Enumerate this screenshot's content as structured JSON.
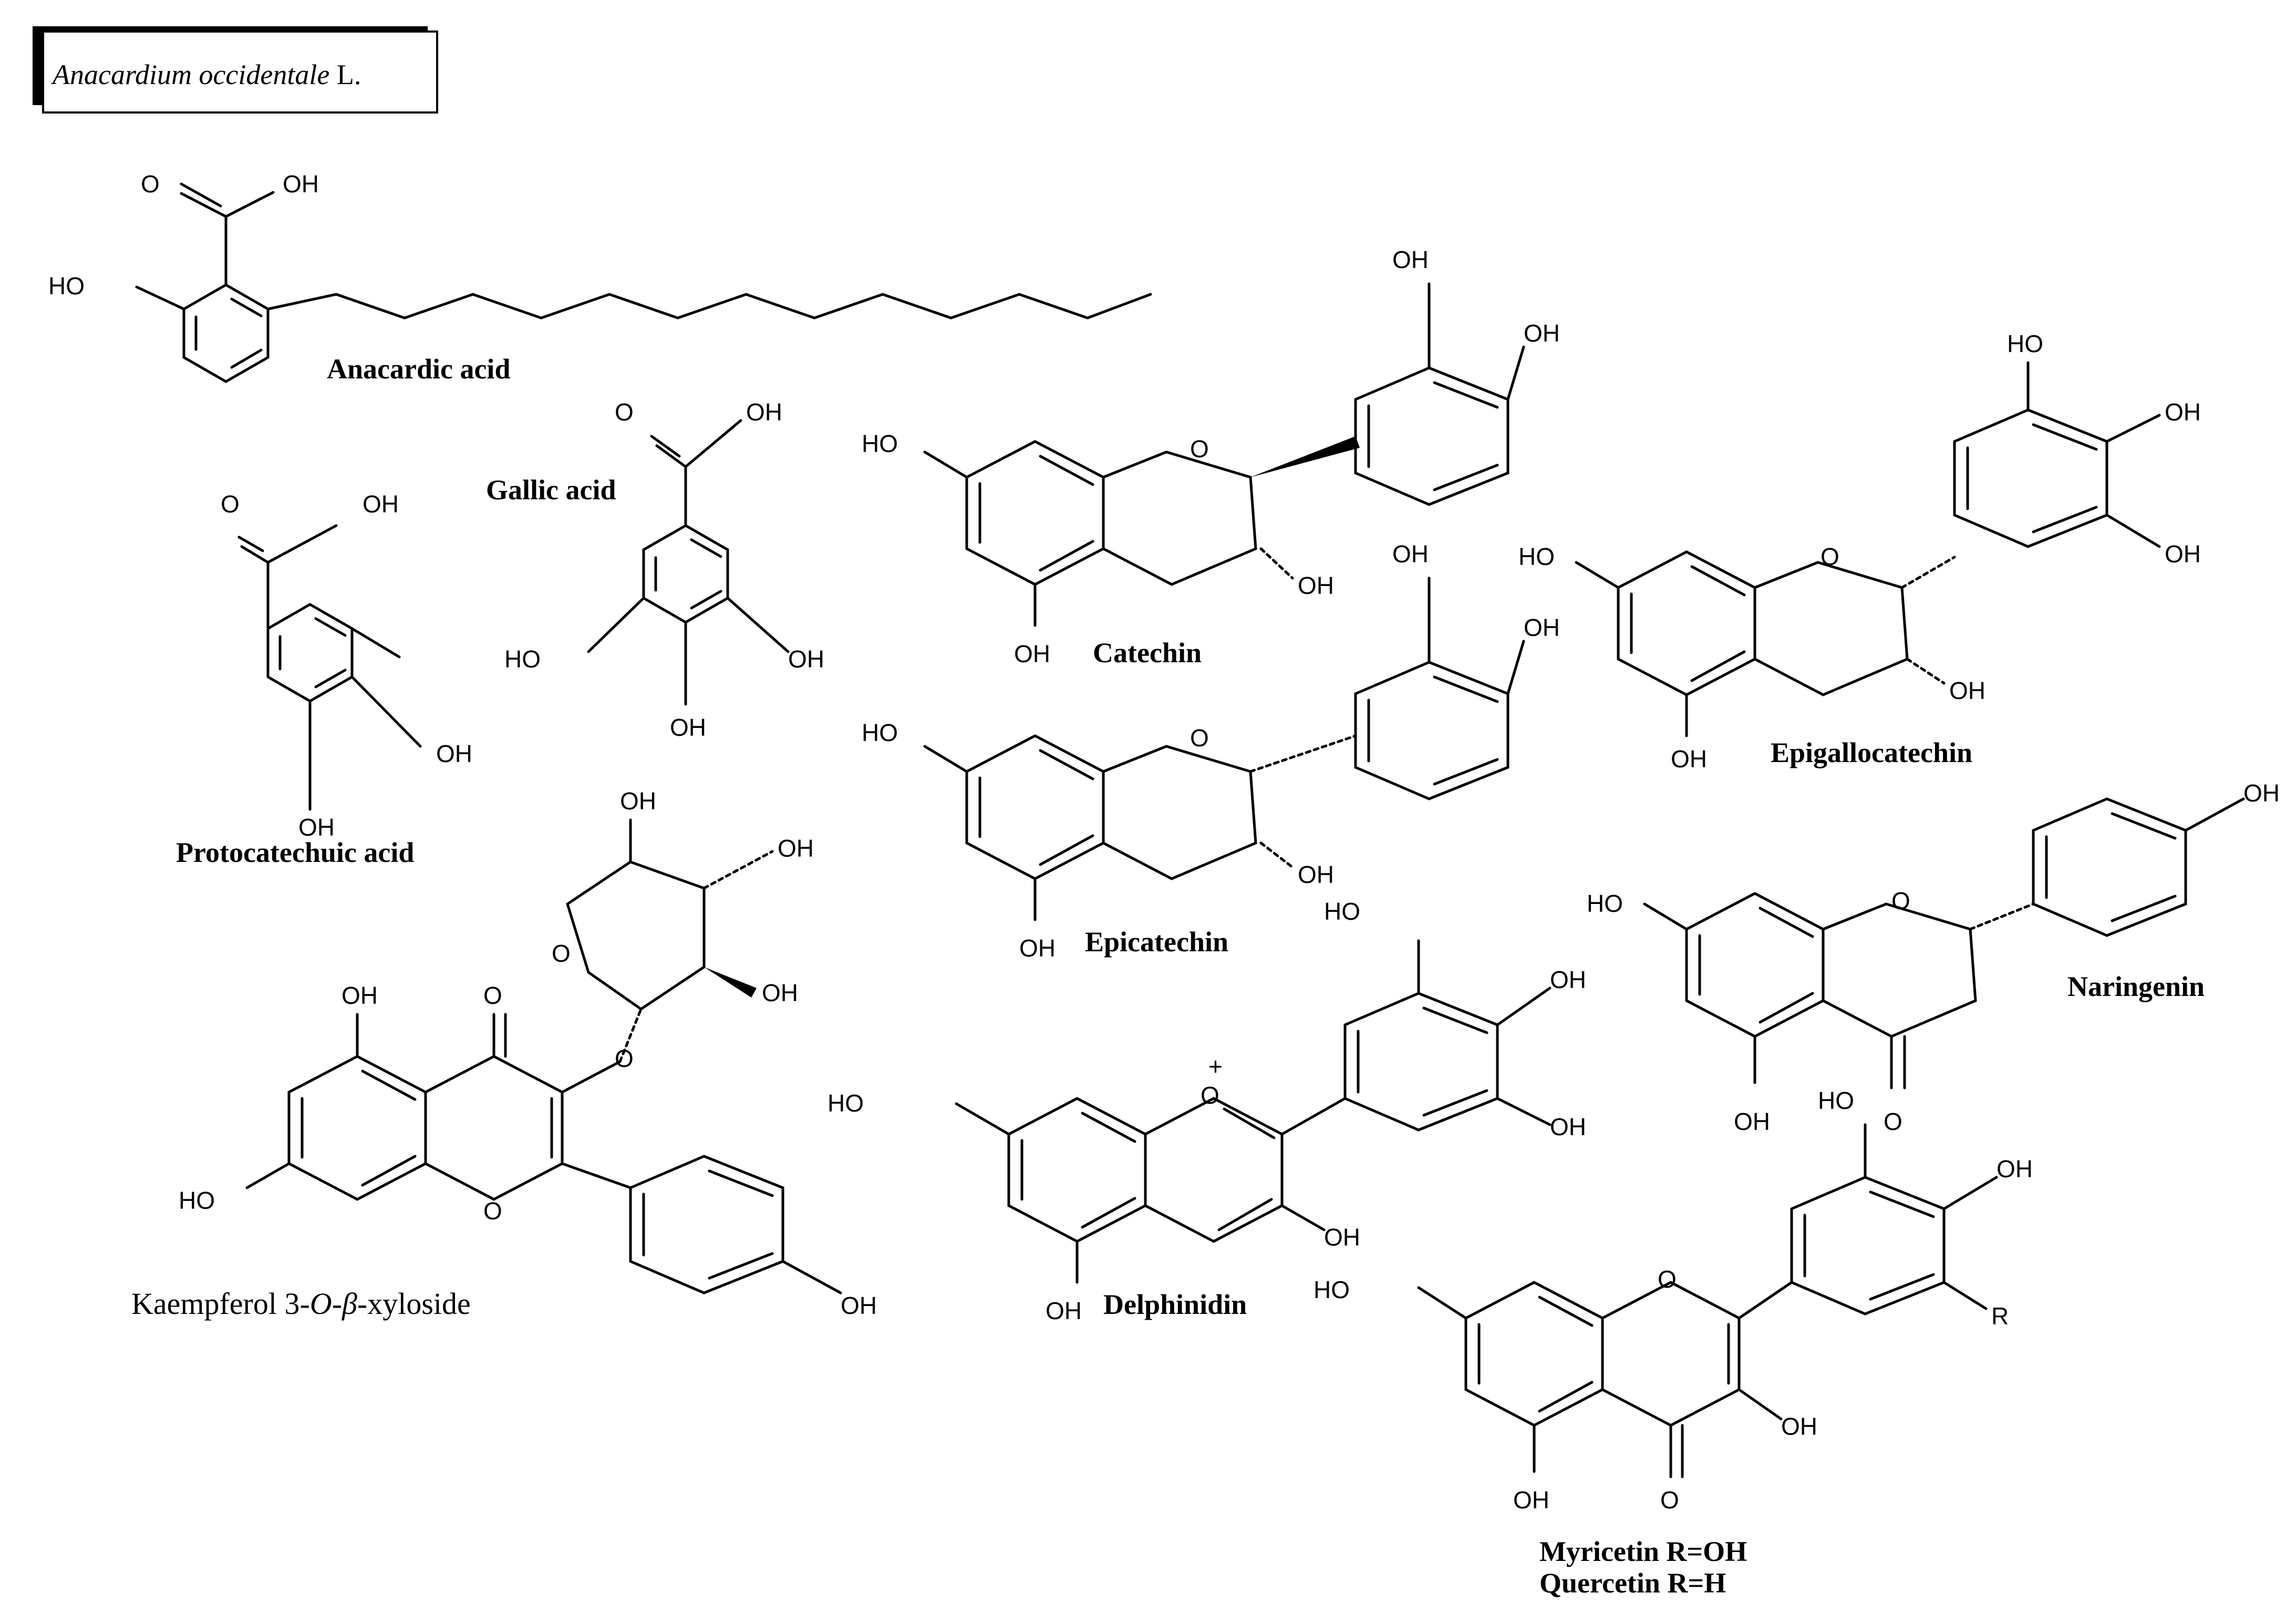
{
  "title": {
    "genus_species": "Anacardium occidentale",
    "author": " L."
  },
  "compound_names": {
    "anacardic_acid": "Anacardic acid",
    "protocatechuic_acid": "Protocatechuic acid",
    "gallic_acid": "Gallic acid",
    "catechin": "Catechin",
    "epigallocatechin": "Epigallocatechin",
    "epicatechin": "Epicatechin",
    "naringenin": "Naringenin",
    "delphinidin": "Delphinidin",
    "kaempferol_prefix": "Kaempferol 3-",
    "kaempferol_o": "O",
    "kaempferol_dash": "-",
    "kaempferol_beta": "β",
    "kaempferol_suffix": "-xyloside",
    "myricetin": "Myricetin R=OH",
    "quercetin": "Quercetin R=H"
  },
  "atom_labels": {
    "oh": "OH",
    "ho": "HO",
    "o": "O",
    "r": "R",
    "plus": "+"
  }
}
